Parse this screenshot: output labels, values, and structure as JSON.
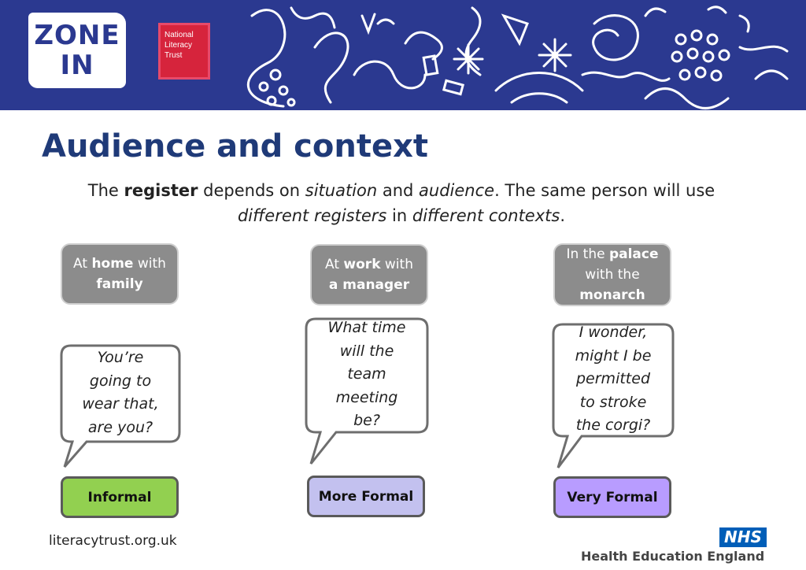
{
  "banner": {
    "logo": {
      "line1": "ZONE",
      "line2": "IN"
    },
    "partner": {
      "line1": "National",
      "line2": "Literacy",
      "line3": "Trust"
    }
  },
  "title": "Audience and context",
  "intro": {
    "p1": "The ",
    "register": "register",
    "p2": " depends on ",
    "situation": "situation",
    "p3": " and ",
    "audience": "audience",
    "p4": ". The same person will use ",
    "different_registers": "different registers",
    "p5": " in ",
    "different_contexts": "different contexts",
    "p6": "."
  },
  "columns": [
    {
      "setting": {
        "a": "At ",
        "b": "home",
        "c": " with ",
        "d": "family"
      },
      "speech": [
        "You’re",
        "going to",
        "wear that,",
        "are you?"
      ],
      "register_label": "Informal",
      "label_color": "#92d050"
    },
    {
      "setting": {
        "a": "At ",
        "b": "work",
        "c": " with ",
        "d": "a manager"
      },
      "speech": [
        "What time",
        "will the",
        "team",
        "meeting",
        "be?"
      ],
      "register_label": "More Formal",
      "label_color": "#c3c1ef"
    },
    {
      "setting": {
        "a": "In the ",
        "b": "palace",
        "c": " with the ",
        "d": "monarch"
      },
      "speech": [
        "I wonder,",
        "might I be",
        "permitted",
        "to stroke",
        "the corgi?"
      ],
      "register_label": "Very Formal",
      "label_color": "#b89cff"
    }
  ],
  "footer": {
    "url": "literacytrust.org.uk",
    "nhs_badge": "NHS",
    "org": "Health Education England"
  },
  "colors": {
    "banner": "#2b3990",
    "title": "#1f3a78",
    "setting_box": "#8c8c8c",
    "nhs_blue": "#005eb8"
  }
}
